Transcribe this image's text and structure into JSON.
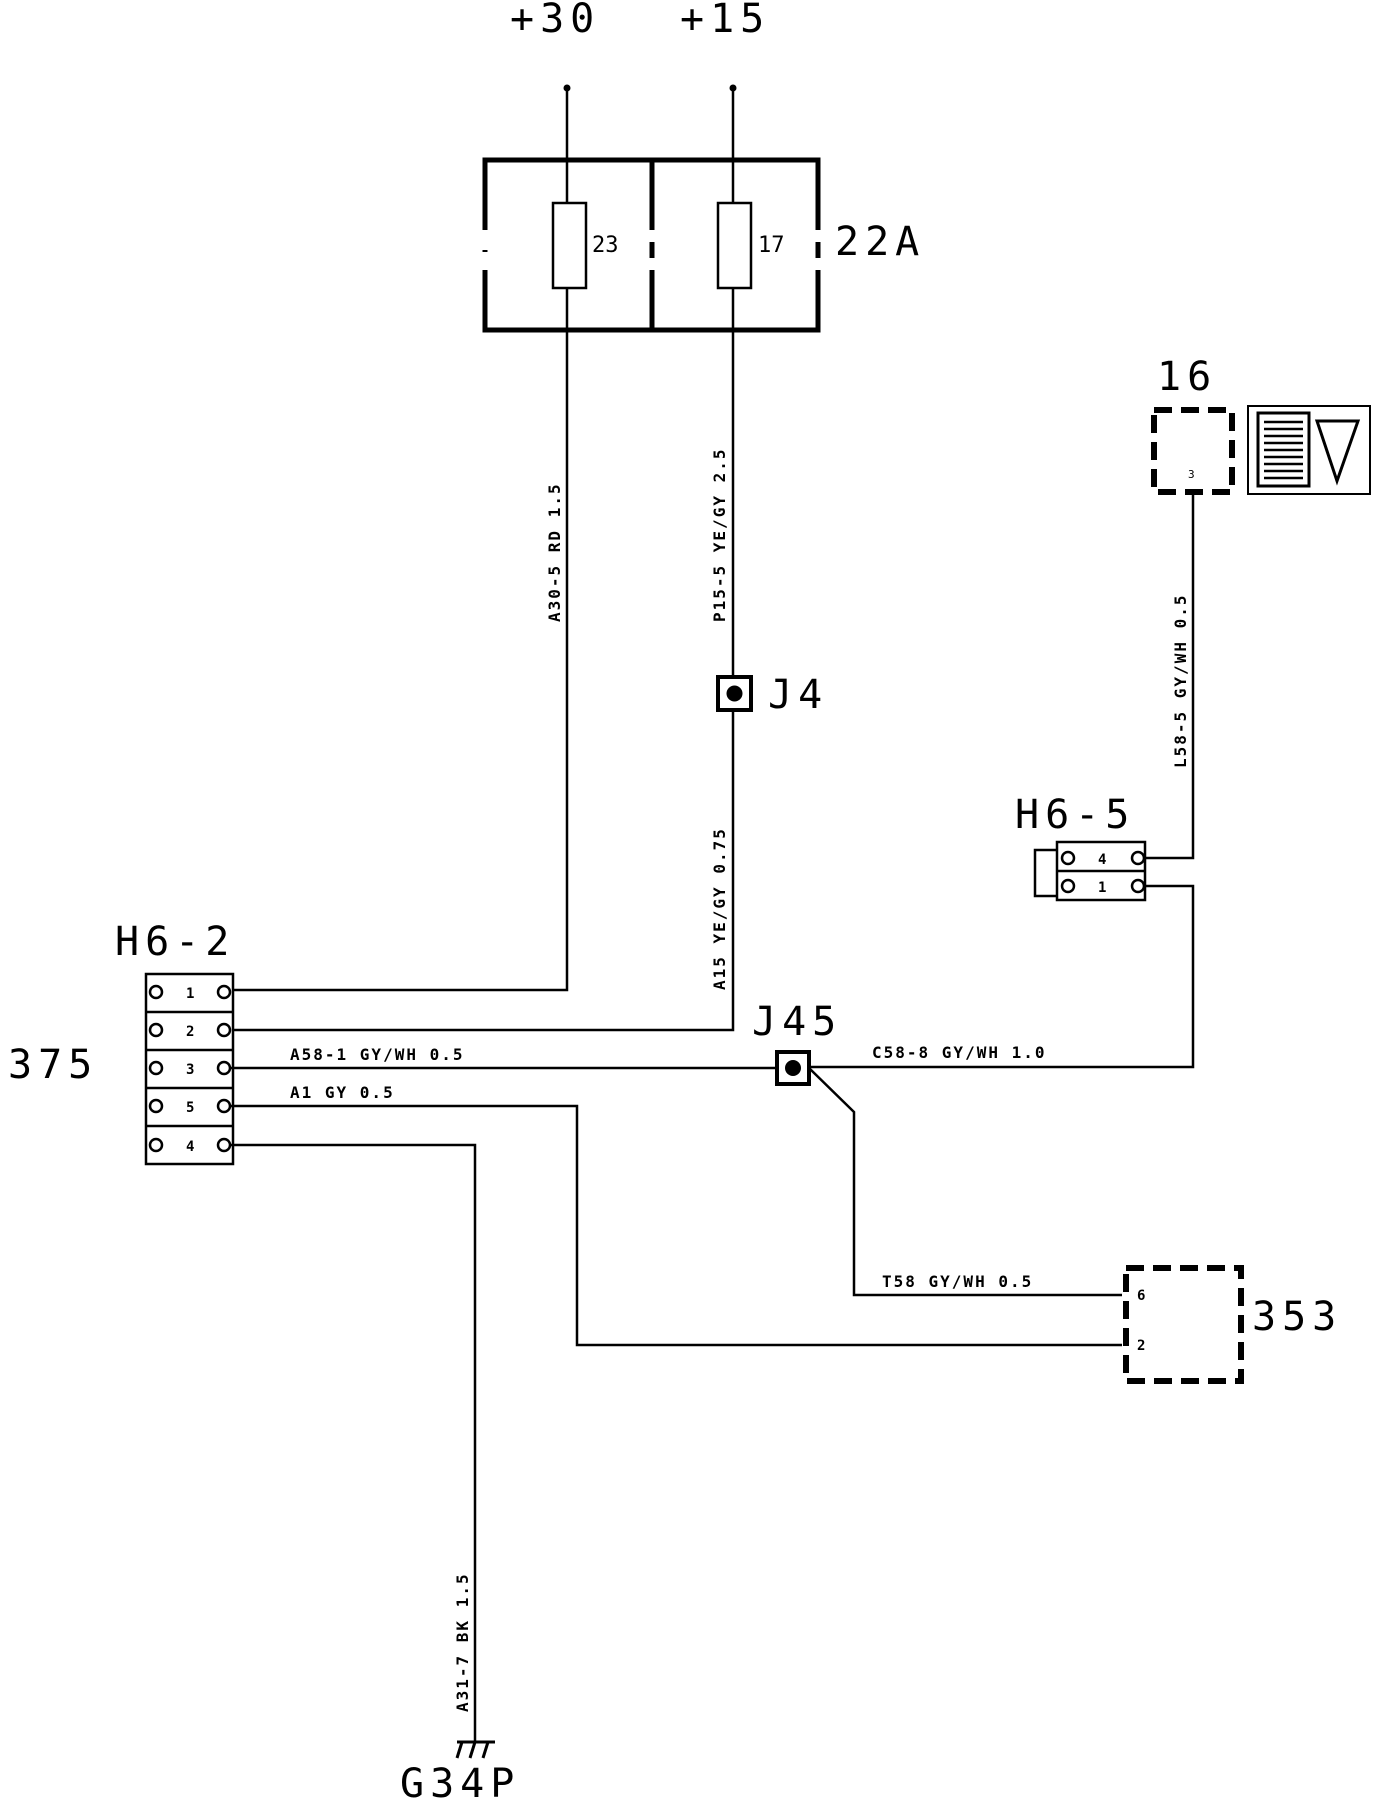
{
  "supply": {
    "terminal_30": "+30",
    "terminal_15": "+15"
  },
  "fusebox": {
    "name": "22A",
    "fuse_a": "23",
    "fuse_b": "17"
  },
  "component_16": {
    "name": "16",
    "pin": "3"
  },
  "connector_h6_5": {
    "name": "H6-5",
    "pins": [
      "4",
      "1"
    ]
  },
  "connector_h6_2": {
    "name": "H6-2",
    "component": "375",
    "pins": [
      "1",
      "2",
      "3",
      "5",
      "4"
    ]
  },
  "splice_j4": {
    "name": "J4"
  },
  "splice_j45": {
    "name": "J45"
  },
  "component_353": {
    "name": "353",
    "pins": [
      "6",
      "2"
    ]
  },
  "ground": {
    "name": "G34P"
  },
  "wires": {
    "a30_5": "A30-5 RD 1.5",
    "p15_5": "P15-5 YE/GY 2.5",
    "a15": "A15 YE/GY 0.75",
    "l58_5": "L58-5 GY/WH 0.5",
    "a58_1": "A58-1 GY/WH 0.5",
    "c58_8": "C58-8 GY/WH 1.0",
    "a1": "A1 GY 0.5",
    "t58": "T58 GY/WH 0.5",
    "a31_7": "A31-7 BK 1.5"
  }
}
